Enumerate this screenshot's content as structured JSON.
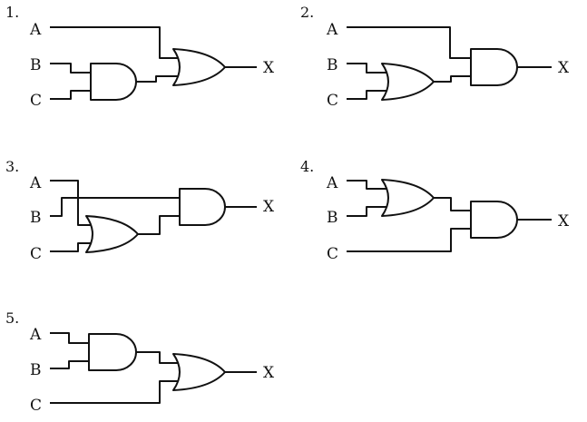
{
  "circuits": [
    {
      "number": "1.",
      "inputs": [
        "A",
        "B",
        "C"
      ],
      "output": "X"
    },
    {
      "number": "2.",
      "inputs": [
        "A",
        "B",
        "C"
      ],
      "output": "X"
    },
    {
      "number": "3.",
      "inputs": [
        "A",
        "B",
        "C"
      ],
      "output": "X"
    },
    {
      "number": "4.",
      "inputs": [
        "A",
        "B",
        "C"
      ],
      "output": "X"
    },
    {
      "number": "5.",
      "inputs": [
        "A",
        "B",
        "C"
      ],
      "output": "X"
    }
  ],
  "gates": {
    "c1": [
      "and-gate",
      "or-gate"
    ],
    "c2": [
      "or-gate",
      "and-gate"
    ],
    "c3": [
      "or-gate",
      "and-gate"
    ],
    "c4": [
      "or-gate",
      "and-gate"
    ],
    "c5": [
      "and-gate",
      "or-gate"
    ]
  }
}
